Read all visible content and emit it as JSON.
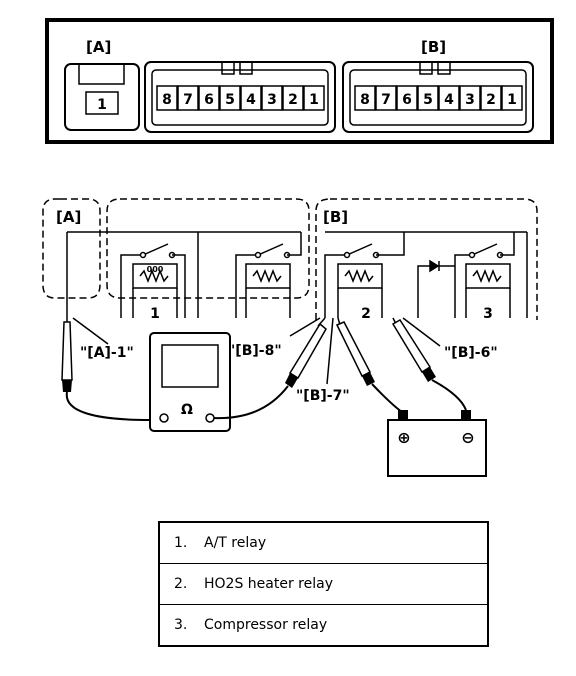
{
  "connector": {
    "label_a": "[A]",
    "label_b": "[B]",
    "pin_a": "1",
    "pins_b1": [
      "8",
      "7",
      "6",
      "5",
      "4",
      "3",
      "2",
      "1"
    ],
    "pins_b2": [
      "8",
      "7",
      "6",
      "5",
      "4",
      "3",
      "2",
      "1"
    ]
  },
  "circuit": {
    "label_a": "[A]",
    "label_b": "[B]",
    "relay_nums": [
      "1",
      "2",
      "3"
    ],
    "probe_a1": "\"[A]-1\"",
    "probe_b8": "\"[B]-8\"",
    "probe_b7": "\"[B]-7\"",
    "probe_b6": "\"[B]-6\"",
    "meter_symbol": "Ω",
    "battery_pos": "⊕",
    "battery_neg": "⊖",
    "coil_symbol": "000"
  },
  "legend": [
    {
      "num": "1.",
      "text": "A/T relay"
    },
    {
      "num": "2.",
      "text": "HO2S heater relay"
    },
    {
      "num": "3.",
      "text": "Compressor relay"
    }
  ]
}
